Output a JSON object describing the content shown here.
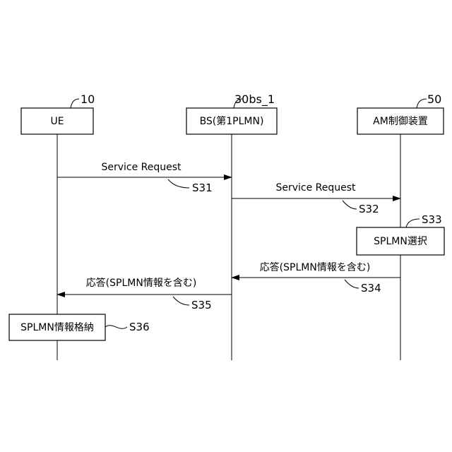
{
  "entities": {
    "ue": {
      "label": "UE",
      "ref": "10"
    },
    "bs": {
      "label": "BS(第1PLMN)",
      "ref": "30bs_1"
    },
    "am": {
      "label": "AM制御装置",
      "ref": "50"
    }
  },
  "messages": {
    "m1": {
      "label": "Service Request",
      "step": "S31"
    },
    "m2": {
      "label": "Service Request",
      "step": "S32"
    },
    "m3": {
      "label": "応答(SPLMN情報を含む)",
      "step": "S34"
    },
    "m4": {
      "label": "応答(SPLMN情報を含む)",
      "step": "S35"
    }
  },
  "processes": {
    "p1": {
      "label": "SPLMN選択",
      "step": "S33"
    },
    "p2": {
      "label": "SPLMN情報格納",
      "step": "S36"
    }
  }
}
